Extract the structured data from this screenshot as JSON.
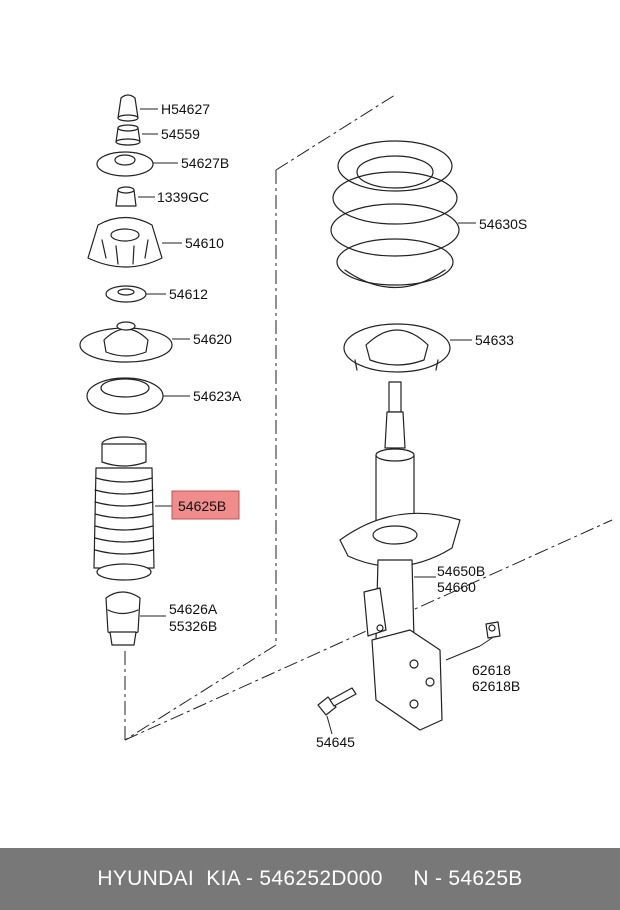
{
  "diagram": {
    "labels": {
      "h54627": "H54627",
      "p54559": "54559",
      "p54627b": "54627B",
      "p1339gc": "1339GC",
      "p54610": "54610",
      "p54612": "54612",
      "p54620": "54620",
      "p54623a": "54623A",
      "p54625b": "54625B",
      "p54626a": "54626A",
      "p55326b": "55326B",
      "p54630s": "54630S",
      "p54633": "54633",
      "p54650b": "54650B",
      "p54660": "54660",
      "p62618": "62618",
      "p62618b": "62618B",
      "p54645": "54645"
    },
    "highlight_color": "#f08c8c"
  },
  "footer": {
    "text": "HYUNDAI  KIA - 546252D000     N - 54625B"
  }
}
